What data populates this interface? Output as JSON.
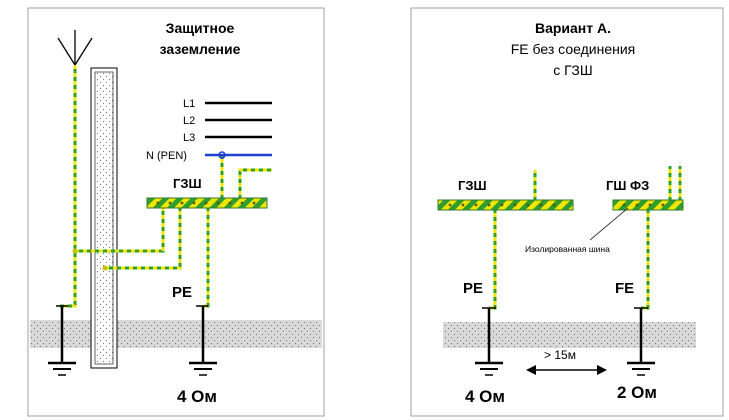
{
  "left_panel": {
    "title_line1": "Защитное",
    "title_line2": "заземление",
    "conductors": [
      "L1",
      "L2",
      "L3",
      "N (PEN)"
    ],
    "bus_label": "ГЗШ",
    "pe_label": "PE",
    "resistance_label": "4 Ом"
  },
  "right_panel": {
    "title_line1": "Вариант А.",
    "title_line2": "FE без соединения",
    "title_line3": "с ГЗШ",
    "bus1_label": "ГЗШ",
    "bus2_label": "ГШ ФЗ",
    "insulated_bus_label": "Изолированная шина",
    "pe_label": "PE",
    "fe_label": "FE",
    "distance_label": "> 15м",
    "resistance1_label": "4 Ом",
    "resistance2_label": "2 Ом"
  },
  "colors": {
    "pe_green": "#2f9e2f",
    "pe_yellow": "#f2e600",
    "neutral_blue": "#1f3fd0",
    "ground_fill": "#d9d9d9",
    "frame": "#a0a0a0"
  }
}
